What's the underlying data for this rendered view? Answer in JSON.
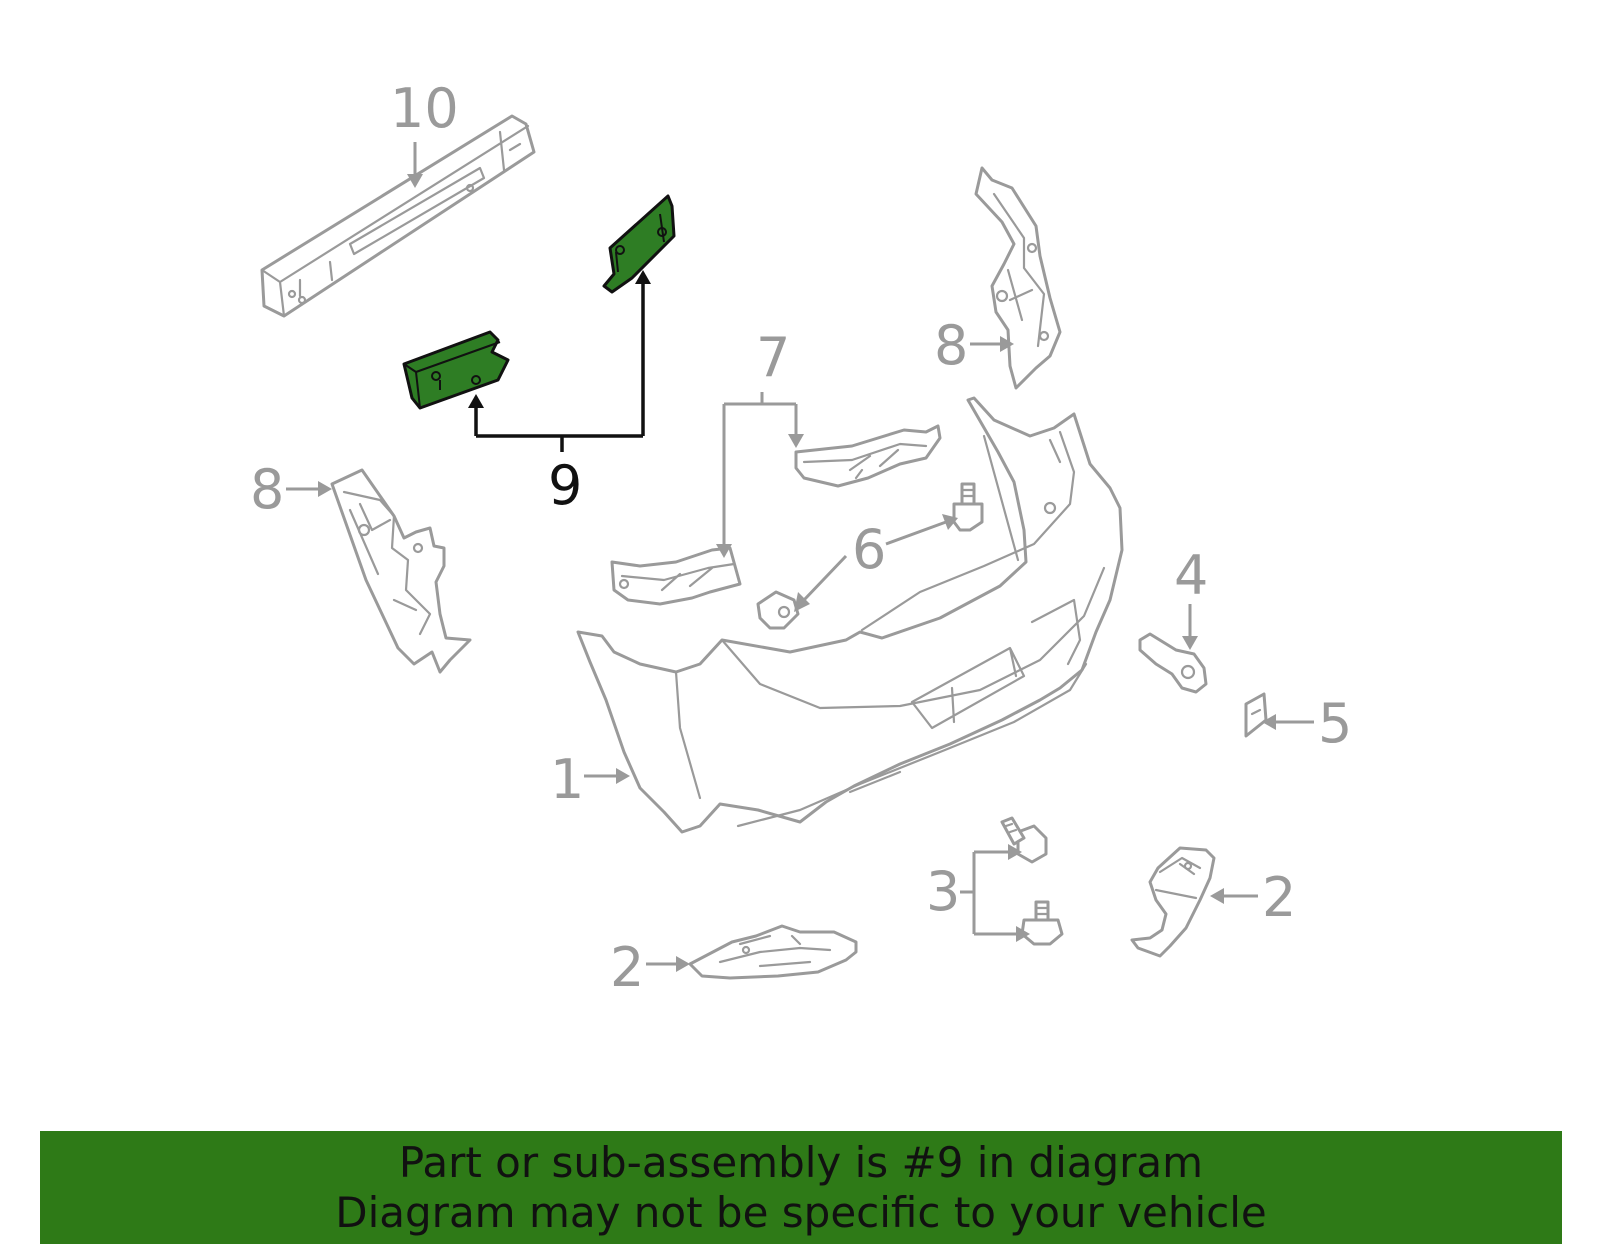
{
  "diagram": {
    "highlight_color": "#2e7d24",
    "line_color": "#9a9a9a",
    "callouts": {
      "c1": "1",
      "c2a": "2",
      "c2b": "2",
      "c3": "3",
      "c4": "4",
      "c5": "5",
      "c6": "6",
      "c7": "7",
      "c8a": "8",
      "c8b": "8",
      "c9": "9",
      "c10": "10"
    }
  },
  "banner": {
    "background": "#2e7a17",
    "line1": "Part or sub-assembly is #9 in diagram",
    "line2": "Diagram may not be specific to your vehicle"
  }
}
